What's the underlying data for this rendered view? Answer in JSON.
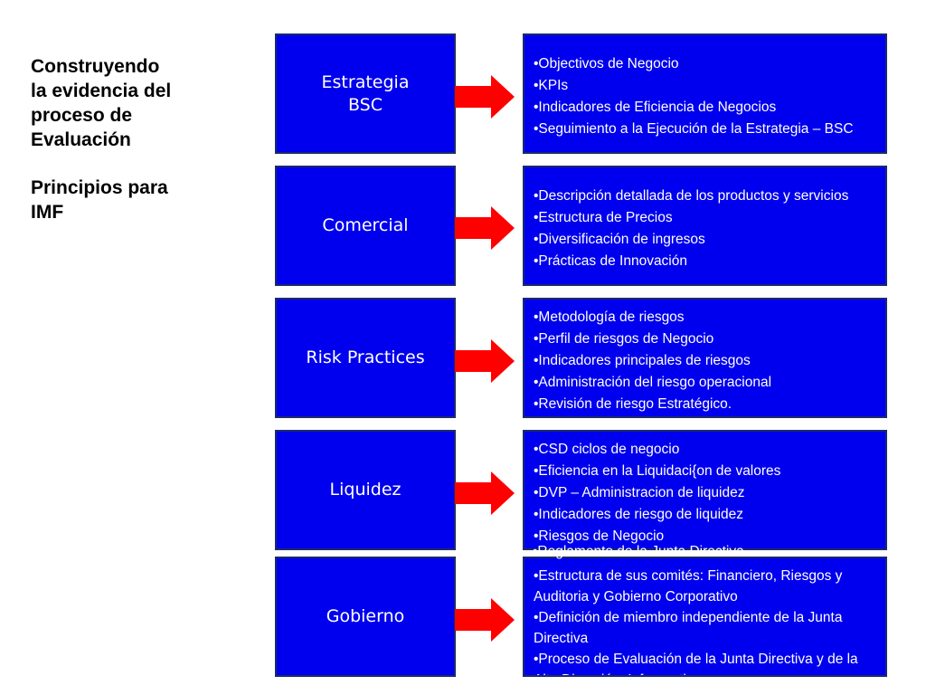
{
  "title": {
    "lines": [
      "Construyendo",
      "la evidencia del",
      "proceso de",
      "Evaluación"
    ],
    "subtitle_lines": [
      "Principios para",
      "IMF"
    ]
  },
  "rows": [
    {
      "label": "Estrategia BSC",
      "label_lines": [
        "Estrategia",
        "BSC"
      ],
      "items": [
        "•Objectivos de Negocio",
        "•KPIs",
        "•Indicadores de Eficiencia de Negocios",
        "•Seguimiento a la Ejecución de la Estrategia – BSC"
      ]
    },
    {
      "label": "Comercial",
      "label_lines": [
        "Comercial"
      ],
      "items": [
        "•Descripción detallada de  los productos y servicios",
        "•Estructura de Precios",
        "•Diversificación de ingresos",
        "•Prácticas de Innovación"
      ]
    },
    {
      "label": "Risk Practices",
      "label_lines": [
        "Risk Practices"
      ],
      "items": [
        "•Metodología de riesgos",
        "•Perfil de riesgos de Negocio",
        "•Indicadores principales de riesgos",
        "•Administración del riesgo operacional",
        "•Revisión de riesgo Estratégico."
      ]
    },
    {
      "label": "Liquidez",
      "label_lines": [
        "Liquidez"
      ],
      "items": [
        "•CSD ciclos de negocio",
        "•Eficiencia en la Liquidaci{on de valores",
        "•DVP – Administracion de liquidez",
        "•Indicadores de riesgo de liquidez",
        "•Riesgos de Negocio"
      ]
    },
    {
      "label": "Gobierno",
      "label_lines": [
        "Gobierno"
      ],
      "overflow_top": "•Reglamento de la Junta Directiva",
      "items": [
        "•Estructura de sus comités: Financiero, Riesgos y Auditoria y Gobierno Corporativo",
        "•Definición de miembro independiente de la Junta Directiva",
        "•Proceso de Evaluación de la Junta Directiva y de la Alta Dirección. Informe ti..."
      ]
    }
  ],
  "colors": {
    "box_fill": "#0000ee",
    "box_border": "#1a2a6c",
    "arrow": "#ff0000",
    "text_on_box": "#ffffff"
  }
}
